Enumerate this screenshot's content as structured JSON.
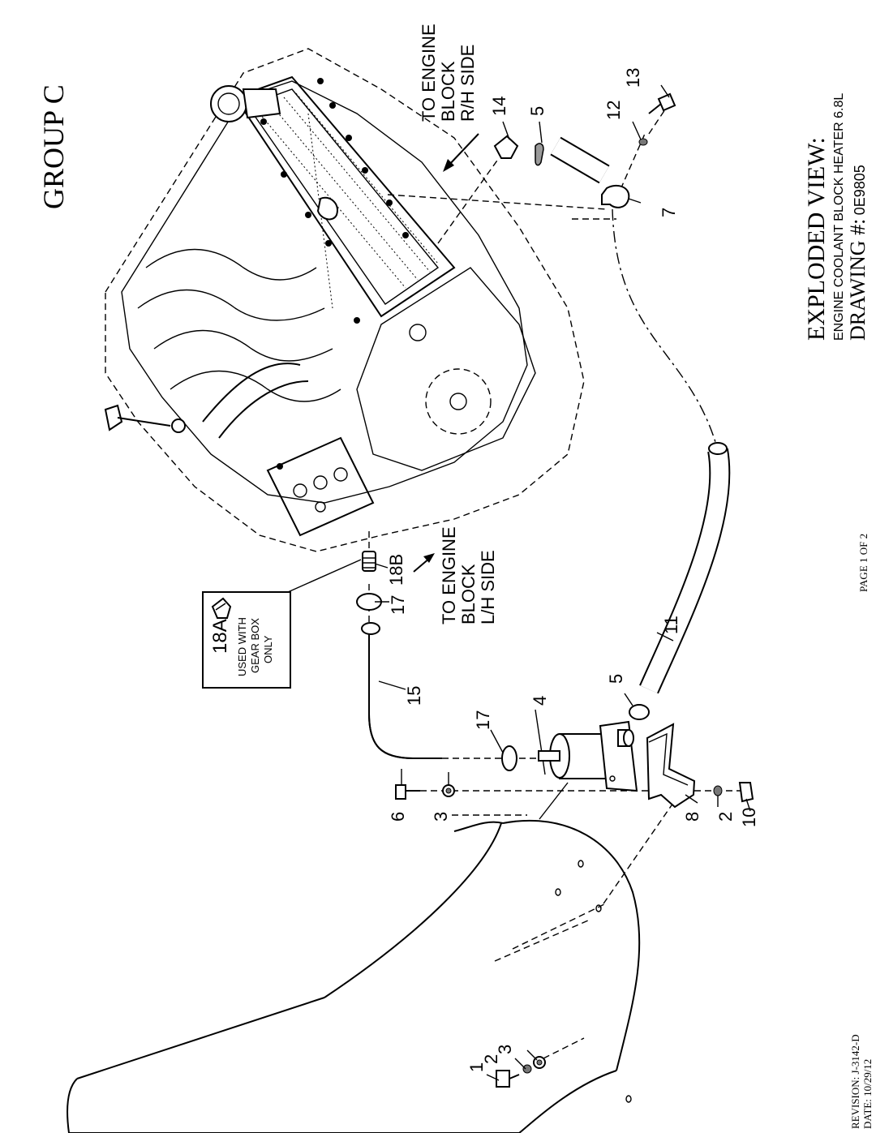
{
  "header": {
    "group_title": "GROUP C"
  },
  "title_block": {
    "view_title": "EXPLODED VIEW:",
    "subtitle": "ENGINE COOLANT BLOCK HEATER 6.8L",
    "drawing_label": "DRAWING #:",
    "drawing_number": "0E9805"
  },
  "footer": {
    "page": "PAGE 1 OF 2",
    "revision": "REVISION: J-3142-D",
    "date": "DATE:  10/29/12"
  },
  "callouts": {
    "rh_side": [
      "TO ENGINE",
      "BLOCK",
      "R/H SIDE"
    ],
    "lh_side": [
      "TO ENGINE",
      "BLOCK",
      "L/H SIDE"
    ],
    "inset": {
      "part": "18A",
      "note": [
        "USED WITH",
        "GEAR BOX",
        "ONLY"
      ]
    }
  },
  "part_numbers": {
    "p1": "1",
    "p2a": "2",
    "p3a": "3",
    "p6": "6",
    "p3b": "3",
    "p8": "8",
    "p2b": "2",
    "p10": "10",
    "p4": "4",
    "p17a": "17",
    "p15": "15",
    "p5a": "5",
    "p11": "11",
    "p17b": "17",
    "p18b": "18B",
    "p14": "14",
    "p5b": "5",
    "p12": "12",
    "p13": "13",
    "p7": "7"
  }
}
